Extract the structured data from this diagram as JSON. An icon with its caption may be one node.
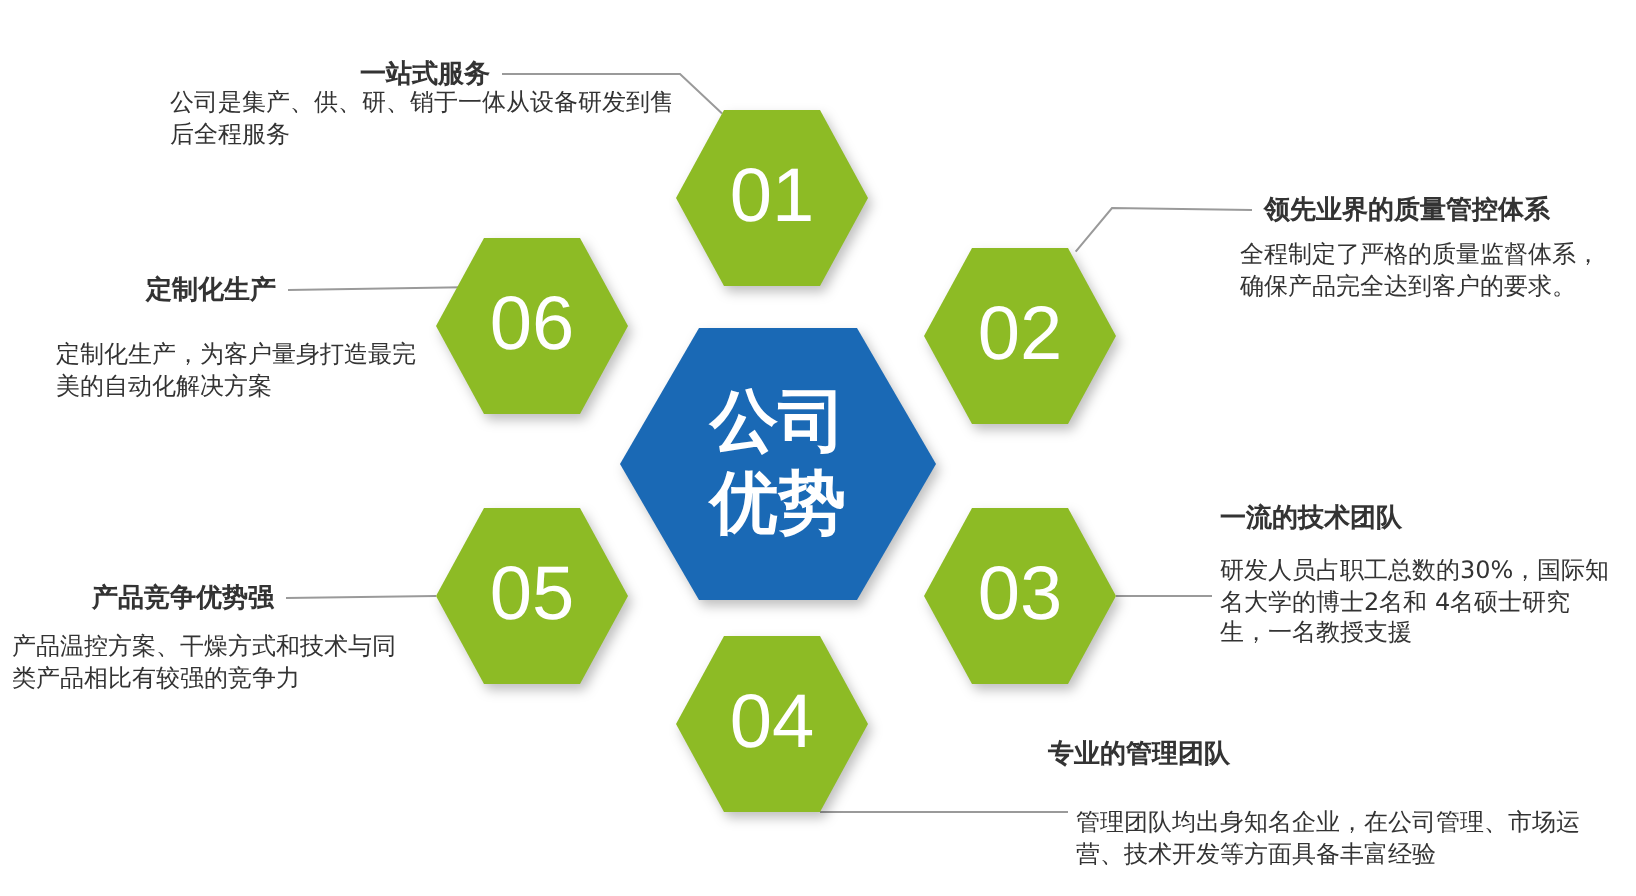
{
  "diagram": {
    "nodes": [
      {
        "text": [
          "公司优势"
        ]
      },
      {
        "text": [
          "01"
        ]
      },
      {
        "text": [
          "02"
        ]
      },
      {
        "text": [
          "03"
        ]
      },
      {
        "text": [
          "04"
        ]
      },
      {
        "text": [
          "05"
        ]
      },
      {
        "text": [
          "06"
        ]
      },
      {
        "text": [
          "一站式服务",
          "公司是集产、供、研、销于一体从设备研发到售后全程服务"
        ]
      },
      {
        "text": [
          "领先业界的质量管控体系",
          "全程制定了严格的质量监督体系，确保产品完全达到客户的要求。"
        ]
      },
      {
        "text": [
          "一流的技术团队",
          "研发人员占职工总数的30%，国际知名大学的博士2名和 4名硕士研究生，一名教授支援"
        ]
      },
      {
        "text": [
          "专业的管理团队",
          "管理团队均出身知名企业，在公司管理、市场运营、技术开发等方面具备丰富经验"
        ]
      },
      {
        "text": [
          "产品竞争优势强",
          "产品温控方案、干燥方式和技术与同类产品相比有较强的竞争力"
        ]
      },
      {
        "text": [
          "定制化生产",
          "定制化生产，为客户量身打造最完美的自动化解决方案"
        ]
      }
    ],
    "edges": [
      {
        "from": 7,
        "to": 1,
        "arrow": "none"
      },
      {
        "from": 8,
        "to": 2,
        "arrow": "none"
      },
      {
        "from": 9,
        "to": 3,
        "arrow": "none"
      },
      {
        "from": 10,
        "to": 4,
        "arrow": "none"
      },
      {
        "from": 11,
        "to": 5,
        "arrow": "none"
      },
      {
        "from": 12,
        "to": 6,
        "arrow": "none"
      }
    ]
  }
}
